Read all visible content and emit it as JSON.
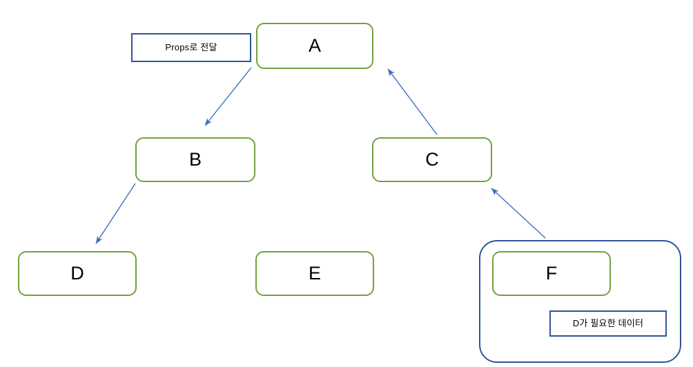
{
  "diagram": {
    "title": "React component tree props drilling diagram",
    "colors": {
      "node_border": "#70A13C",
      "note_border": "#2E5496",
      "group_border": "#2E5496",
      "arrow": "#3A6FBF",
      "background": "#FFFFFF",
      "text": "#000000"
    },
    "nodes": [
      {
        "id": "a",
        "label": "A"
      },
      {
        "id": "b",
        "label": "B"
      },
      {
        "id": "c",
        "label": "C"
      },
      {
        "id": "d",
        "label": "D"
      },
      {
        "id": "e",
        "label": "E"
      },
      {
        "id": "f",
        "label": "F"
      }
    ],
    "notes": [
      {
        "id": "props",
        "label": "Props로 전달"
      },
      {
        "id": "data",
        "label": "D가 필요한 데이터"
      }
    ],
    "group": {
      "id": "group-f",
      "label": ""
    },
    "arrows": [
      {
        "id": "a-to-b",
        "from": "A",
        "to": "B",
        "direction": "down-left"
      },
      {
        "id": "c-to-a",
        "from": "C",
        "to": "A",
        "direction": "up-left"
      },
      {
        "id": "b-to-d",
        "from": "B",
        "to": "D",
        "direction": "down-left"
      },
      {
        "id": "f-to-c",
        "from": "F",
        "to": "C",
        "direction": "up-left"
      }
    ]
  }
}
